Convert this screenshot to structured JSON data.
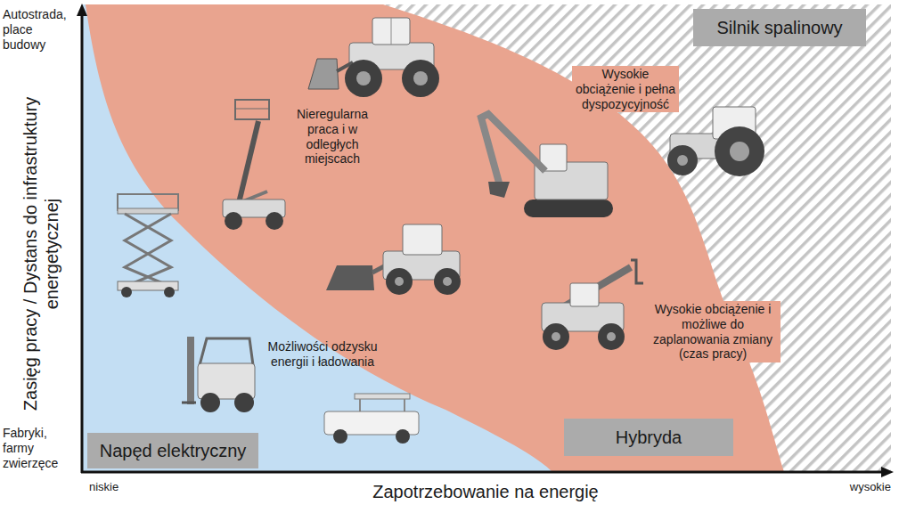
{
  "diagram": {
    "nodes": [
      {
        "text": [
          "Silnik spalinowy"
        ]
      },
      {
        "text": [
          "Napęd elektryczny"
        ]
      },
      {
        "text": [
          "Hybryda"
        ]
      }
    ],
    "labels": [
      "Autostrada, place budowy",
      "Zasięg pracy / Dystans do infrastruktury energetycznej",
      "Fabryki, farmy zwierzęce",
      "Nieregularna praca i w odległych miejscach",
      "Wysokie obciążenie i pełna dyspozycyjność",
      "Możliwości odzysku energii i ładowania",
      "Wysokie obciążenie i możliwe do zaplanowania zmiany (czas pracy)",
      "niskie",
      "Zapotrzebowanie na energię",
      "wysokie"
    ]
  }
}
